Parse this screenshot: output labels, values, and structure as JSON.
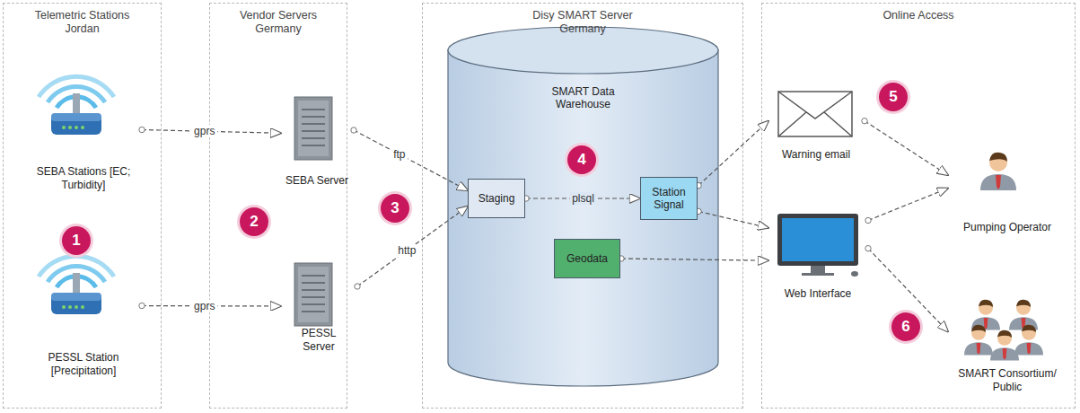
{
  "diagram": {
    "nodes": [
      {
        "text": [
          "Telemetric Stations Jordan"
        ]
      },
      {
        "text": [
          "SEBA Stations [EC; Turbidity]"
        ],
        "in": 0
      },
      {
        "text": [
          "PESSL Station [Precipitation]"
        ],
        "in": 0
      },
      {
        "text": [
          "Vendor Servers Germany"
        ]
      },
      {
        "text": [
          "SEBA Server"
        ],
        "in": 3
      },
      {
        "text": [
          "PESSL Server"
        ],
        "in": 3
      },
      {
        "text": [
          "Disy SMART Server Germany"
        ]
      },
      {
        "text": [
          "SMART Data Warehouse"
        ],
        "in": 6
      },
      {
        "text": [
          "Staging"
        ],
        "in": 7
      },
      {
        "text": [
          "Station Signal"
        ],
        "in": 7
      },
      {
        "text": [
          "Geodata"
        ],
        "in": 7
      },
      {
        "text": [
          "Online Access"
        ]
      },
      {
        "text": [
          "Warning email"
        ],
        "in": 11
      },
      {
        "text": [
          "Pumping Operator"
        ],
        "in": 11
      },
      {
        "text": [
          "Web Interface"
        ],
        "in": 11
      },
      {
        "text": [
          "SMART Consortium/ Public"
        ],
        "in": 11
      }
    ],
    "edges": [
      {
        "from": 1,
        "to": 4,
        "label": "gprs",
        "arrow": "to"
      },
      {
        "from": 2,
        "to": 5,
        "label": "gprs",
        "arrow": "to"
      },
      {
        "from": 4,
        "to": 8,
        "label": "ftp",
        "arrow": "to"
      },
      {
        "from": 5,
        "to": 8,
        "label": "http",
        "arrow": "to"
      },
      {
        "from": 8,
        "to": 9,
        "label": "plsql",
        "arrow": "to"
      },
      {
        "from": 9,
        "to": 12,
        "arrow": "to"
      },
      {
        "from": 9,
        "to": 14,
        "arrow": "to"
      },
      {
        "from": 10,
        "to": 14,
        "arrow": "to"
      },
      {
        "from": 12,
        "to": 13,
        "arrow": "to"
      },
      {
        "from": 14,
        "to": 13,
        "arrow": "to"
      },
      {
        "from": 14,
        "to": 15,
        "arrow": "to"
      }
    ],
    "labels": [
      "1",
      "2",
      "3",
      "4",
      "5",
      "6"
    ]
  }
}
